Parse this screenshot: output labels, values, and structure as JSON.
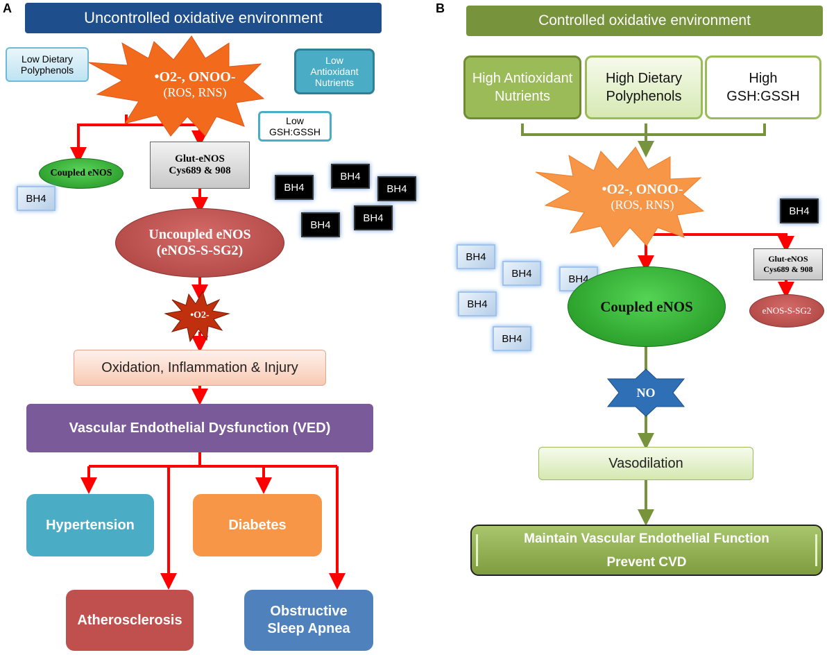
{
  "panel_a": {
    "letter": "A",
    "title": "Uncontrolled oxidative environment",
    "low_polyphenols": "Low Dietary Polyphenols",
    "low_antioxidants": "Low Antioxidant Nutrients",
    "low_gsh": "Low GSH:GSSH",
    "burst_line1": "•O2-, ONOO-",
    "burst_line2": "(ROS, RNS)",
    "coupled_enos": "Coupled eNOS",
    "glut_enos_line1": "Glut-eNOS",
    "glut_enos_line2": "Cys689 & 908",
    "uncoupled_line1": "Uncoupled eNOS",
    "uncoupled_line2": "(eNOS-S-SG2)",
    "superoxide": "•O2-",
    "oxidation": "Oxidation, Inflammation & Injury",
    "ved": "Vascular Endothelial Dysfunction (VED)",
    "hypertension": "Hypertension",
    "diabetes": "Diabetes",
    "atherosclerosis": "Atherosclerosis",
    "osa": "Obstructive Sleep Apnea",
    "bh4": "BH4"
  },
  "panel_b": {
    "letter": "B",
    "title": "Controlled oxidative environment",
    "high_antioxidants": "High Antioxidant Nutrients",
    "high_polyphenols": "High Dietary Polyphenols",
    "high_gsh": "High GSH:GSSH",
    "burst_line1": "•O2-, ONOO-",
    "burst_line2": "(ROS, RNS)",
    "glut_enos_line1": "Glut-eNOS",
    "glut_enos_line2": "Cys689 & 908",
    "enos_ssg": "eNOS-S-SG2",
    "coupled_enos": "Coupled eNOS",
    "no": "NO",
    "vasodilation": "Vasodilation",
    "maintain_line1": "Maintain Vascular Endothelial Function",
    "maintain_line2": "Prevent CVD",
    "bh4": "BH4"
  },
  "colors": {
    "title_a_bg": "#1f4e8c",
    "title_b_bg": "#77933c",
    "burst": "#f26b1d",
    "red_arrow": "#ff0000",
    "green_arrow": "#77933c",
    "coupled_green": "#2db82d",
    "uncoupled_red": "#c0504d",
    "ved_purple": "#7b5a9a",
    "hypertension": "#4bacc6",
    "diabetes": "#f79646",
    "atherosclerosis": "#c0504d",
    "osa": "#4f81bd",
    "no_blue": "#2f6fb5"
  }
}
